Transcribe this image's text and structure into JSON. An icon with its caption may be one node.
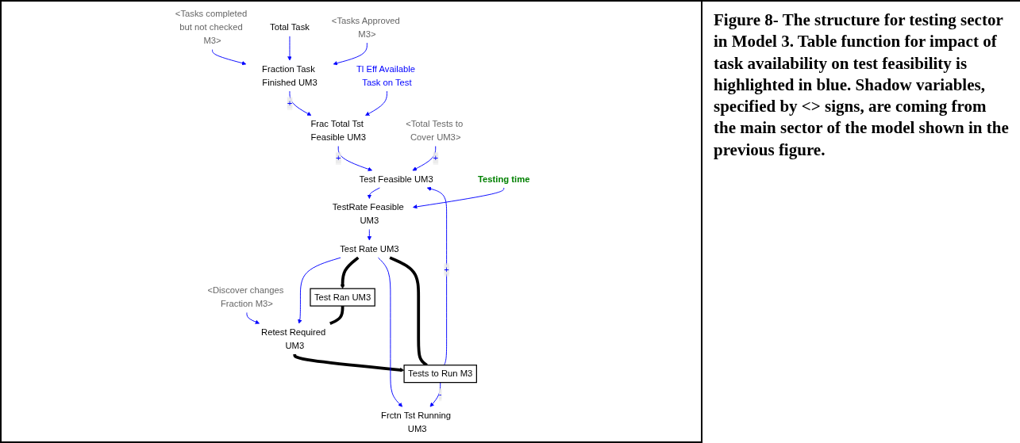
{
  "diagram": {
    "caption": "Figure 8- The structure for testing sector in Model 3. Table function for impact of task availability on test feasibility is highlighted in blue. Shadow variables, specified by <> signs, are coming from the main sector of the model shown in the previous figure.",
    "nodes": [
      {
        "text": [
          "<Tasks completed but not checked M3>"
        ]
      },
      {
        "text": [
          "Fraction Task Finished UM3"
        ]
      },
      {
        "text": [
          "Tl Eff Available Task on Test"
        ]
      },
      {
        "text": [
          "Total Task"
        ]
      },
      {
        "text": [
          "<Tasks Approved M3>"
        ]
      },
      {
        "text": [
          "Frac Total Tst Feasible UM3"
        ]
      },
      {
        "text": [
          "<Total Tests to Cover UM3>"
        ]
      },
      {
        "text": [
          "Test Feasible UM3"
        ]
      },
      {
        "text": [
          "<Discover changes Fraction M3>"
        ]
      },
      {
        "text": [
          "Retest Required UM3"
        ]
      },
      {
        "text": [
          "Test Ran UM3"
        ]
      },
      {
        "text": [
          "Tests to Run M3"
        ]
      },
      {
        "text": [
          "Test Rate UM3"
        ]
      },
      {
        "text": [
          "Frctn Tst Running UM3"
        ]
      },
      {
        "text": [
          "Testing time"
        ]
      },
      {
        "text": [
          "TestRate Feasible UM3"
        ]
      }
    ],
    "edges": [
      {
        "from": 0,
        "to": 1,
        "arrow": "to"
      },
      {
        "from": 3,
        "to": 1,
        "arrow": "to"
      },
      {
        "from": 4,
        "to": 1,
        "arrow": "to"
      },
      {
        "from": 1,
        "to": 5,
        "arrow": "to",
        "label": "+"
      },
      {
        "from": 2,
        "to": 5,
        "arrow": "to"
      },
      {
        "from": 5,
        "to": 7,
        "arrow": "to",
        "label": "+"
      },
      {
        "from": 6,
        "to": 7,
        "arrow": "to",
        "label": "+"
      },
      {
        "from": 11,
        "to": 7,
        "arrow": "to",
        "label": "+"
      },
      {
        "from": 7,
        "to": 15,
        "arrow": "to"
      },
      {
        "from": 8,
        "to": 9,
        "arrow": "to"
      },
      {
        "from": 12,
        "to": 9,
        "arrow": "to"
      },
      {
        "from": 10,
        "to": 9,
        "arrow": "none",
        "style": "thick",
        "color": "#000000"
      },
      {
        "from": 9,
        "to": 11,
        "arrow": "to",
        "style": "thick",
        "color": "#000000"
      },
      {
        "from": 11,
        "to": 12,
        "arrow": "none",
        "style": "thick",
        "color": "#000000"
      },
      {
        "from": 12,
        "to": 10,
        "arrow": "to",
        "style": "thick",
        "color": "#000000"
      },
      {
        "from": 11,
        "to": 13,
        "arrow": "to",
        "label": "-"
      },
      {
        "from": 12,
        "to": 13,
        "arrow": "to"
      },
      {
        "from": 15,
        "to": 12,
        "arrow": "to"
      },
      {
        "from": 14,
        "to": 15,
        "arrow": "to"
      }
    ]
  }
}
